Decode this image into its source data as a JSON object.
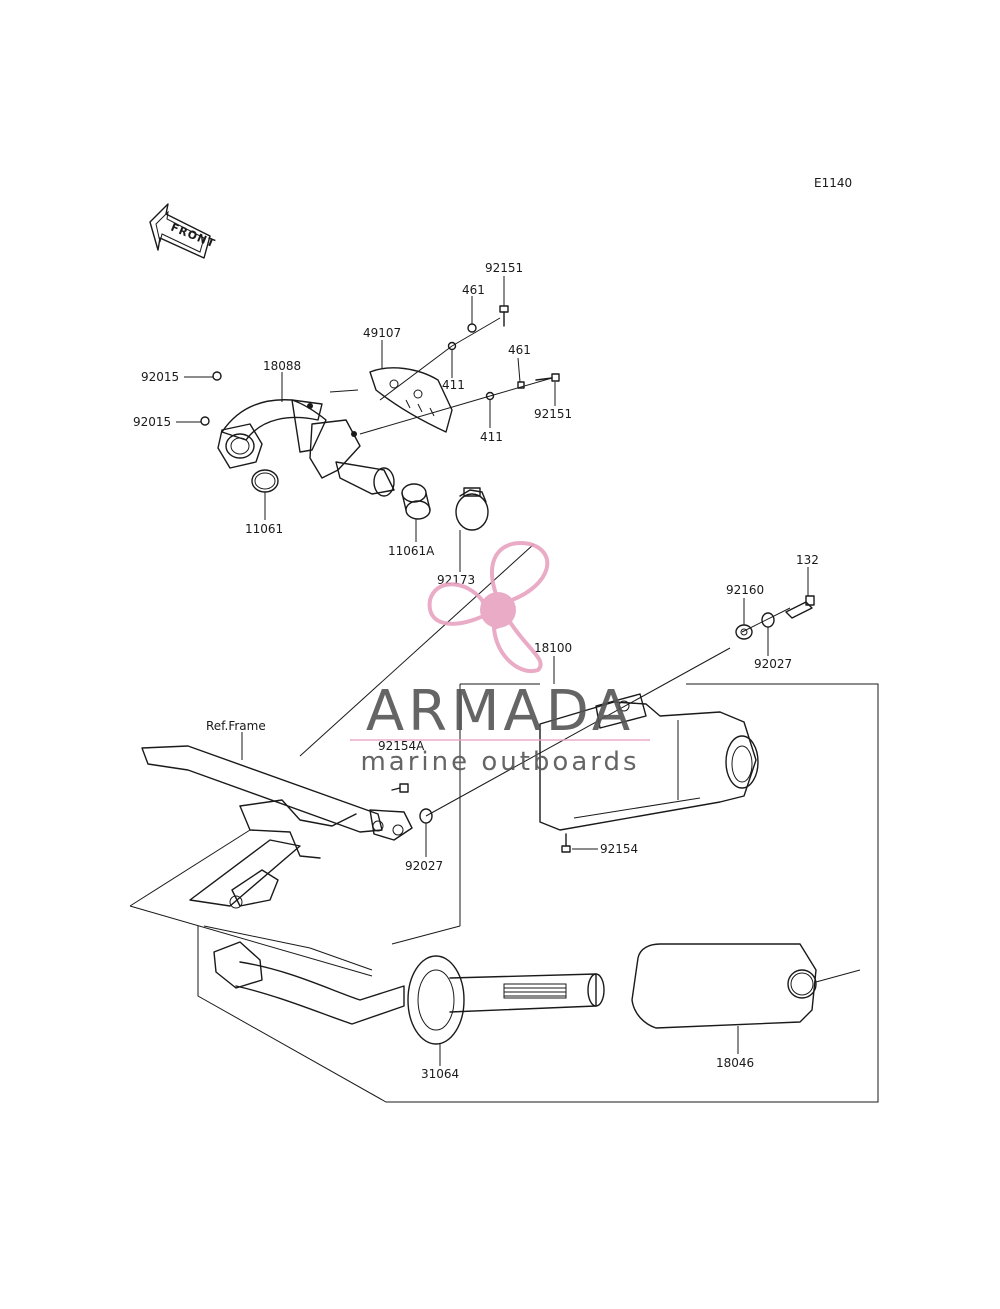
{
  "diagram_code": "E1140",
  "front_arrow_text": "FRONT",
  "ref_frame_label": "Ref.Frame",
  "parts": {
    "p92151a": "92151",
    "p461a": "461",
    "p49107": "49107",
    "p18088": "18088",
    "p92015a": "92015",
    "p92015b": "92015",
    "p411a": "411",
    "p461b": "461",
    "p92151b": "92151",
    "p411b": "411",
    "p11061": "11061",
    "p11061A": "11061A",
    "p92173": "92173",
    "p132": "132",
    "p92160": "92160",
    "p92027a": "92027",
    "p18100": "18100",
    "p92154A": "92154A",
    "p92027b": "92027",
    "p92154": "92154",
    "p31064": "31064",
    "p18046": "18046"
  },
  "watermark": {
    "brand": "ARMADA",
    "tagline": "marine outboards",
    "pink": "#e8a3c0",
    "dark": "#555555"
  }
}
